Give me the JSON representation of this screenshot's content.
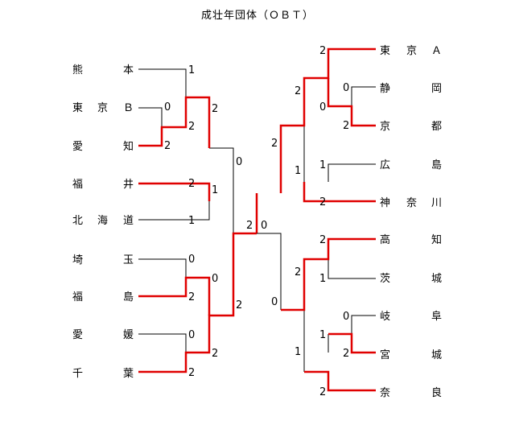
{
  "title": "成壮年団体（ＯＢＴ）",
  "colors": {
    "winner_line": "#e00000",
    "line": "#000000"
  },
  "left_teams": [
    {
      "name": "熊　本",
      "chars": [
        "熊",
        "",
        "本"
      ]
    },
    {
      "name": "東京Ｂ",
      "chars": [
        "東",
        "京",
        "Ｂ"
      ]
    },
    {
      "name": "愛　知",
      "chars": [
        "愛",
        "",
        "知"
      ]
    },
    {
      "name": "福　井",
      "chars": [
        "福",
        "",
        "井"
      ]
    },
    {
      "name": "北海道",
      "chars": [
        "北",
        "海",
        "道"
      ]
    },
    {
      "name": "埼　玉",
      "chars": [
        "埼",
        "",
        "玉"
      ]
    },
    {
      "name": "福　島",
      "chars": [
        "福",
        "",
        "島"
      ]
    },
    {
      "name": "愛　媛",
      "chars": [
        "愛",
        "",
        "媛"
      ]
    },
    {
      "name": "千　葉",
      "chars": [
        "千",
        "",
        "葉"
      ]
    }
  ],
  "right_teams": [
    {
      "name": "東京Ａ",
      "chars": [
        "東",
        "京",
        "Ａ"
      ]
    },
    {
      "name": "静　岡",
      "chars": [
        "静",
        "",
        "岡"
      ]
    },
    {
      "name": "京　都",
      "chars": [
        "京",
        "",
        "都"
      ]
    },
    {
      "name": "広　島",
      "chars": [
        "広",
        "",
        "島"
      ]
    },
    {
      "name": "神奈川",
      "chars": [
        "神",
        "奈",
        "川"
      ]
    },
    {
      "name": "高　知",
      "chars": [
        "高",
        "",
        "知"
      ]
    },
    {
      "name": "茨　城",
      "chars": [
        "茨",
        "",
        "城"
      ]
    },
    {
      "name": "岐　阜",
      "chars": [
        "岐",
        "",
        "阜"
      ]
    },
    {
      "name": "宮　城",
      "chars": [
        "宮",
        "",
        "城"
      ]
    },
    {
      "name": "奈　良",
      "chars": [
        "奈",
        "",
        "良"
      ]
    }
  ],
  "scores": {
    "L_kumamoto": "1",
    "L_tokyoB": "0",
    "L_aichi": "2",
    "L_r1_up": "2",
    "L_fukui": "2",
    "L_hokkaido": "1",
    "L_r1_mid_lo": "1",
    "L_sf_top": "0",
    "L_saitama": "0",
    "L_fukushima": "2",
    "L_ehime": "0",
    "L_chiba": "2",
    "L_r2_b1": "0",
    "L_r2_b2": "2",
    "L_sf_bot": "2",
    "final_left": "2",
    "final_right": "0",
    "R_shizuoka": "0",
    "R_kyoto": "2",
    "R_tokyoA": "2",
    "R_r2_a": "2",
    "R_hiroshima": "1",
    "R_kanagawa": "2",
    "R_r2_b": "1",
    "R_sf_top": "2",
    "R_kochi": "2",
    "R_ibaraki": "1",
    "R_r2_c": "2",
    "R_gifu": "0",
    "R_miyagi": "2",
    "R_r1_d": "1",
    "R_nara": "2",
    "R_r2_d": "1",
    "R_sf_bot": "0"
  }
}
